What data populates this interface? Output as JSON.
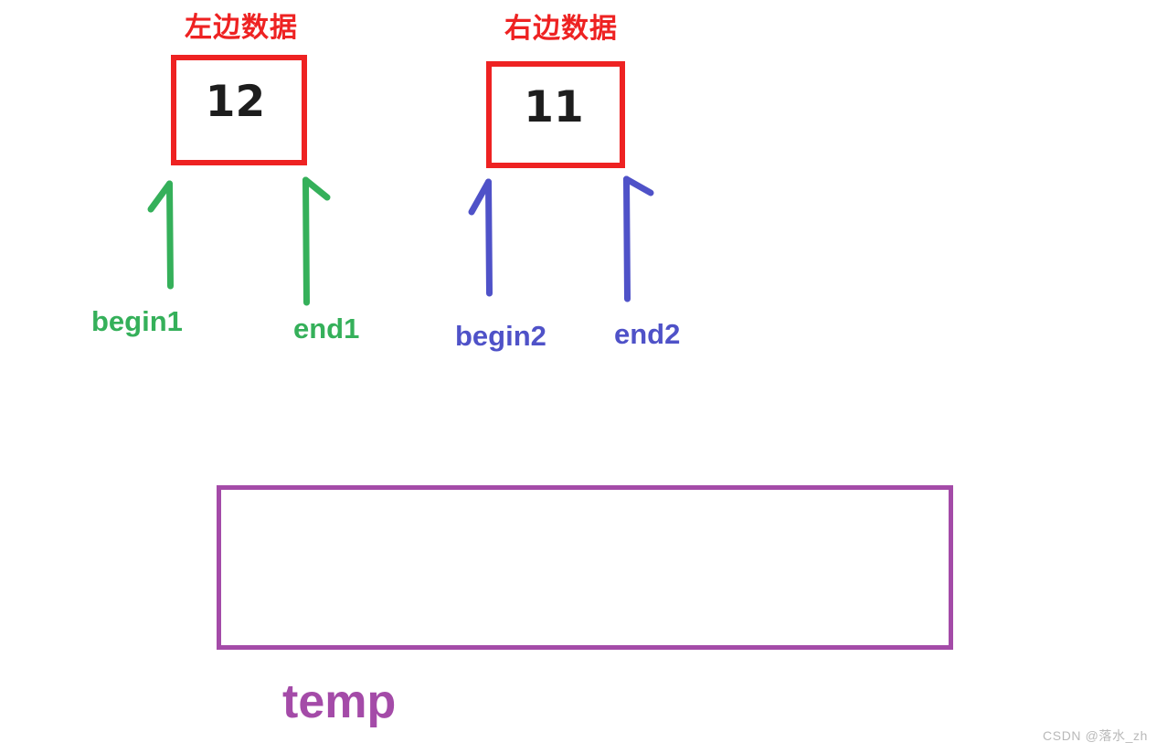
{
  "diagram": {
    "title": "merge-sort pointer diagram",
    "colors": {
      "red": "#ee2222",
      "green": "#35b05a",
      "blue": "#4f52c8",
      "purple": "#a44ba8",
      "value_text": "#1d1d1d",
      "watermark": "#b9b9b9",
      "background": "#ffffff"
    },
    "headings": {
      "left": "左边数据",
      "right": "右边数据"
    },
    "boxes": [
      {
        "id": "left",
        "value": "12",
        "border_color": "#ee2222"
      },
      {
        "id": "right",
        "value": "11",
        "border_color": "#ee2222"
      }
    ],
    "pointers": [
      {
        "id": "begin1",
        "label": "begin1",
        "color": "#35b05a",
        "group": "left",
        "head_side": "left"
      },
      {
        "id": "end1",
        "label": "end1",
        "color": "#35b05a",
        "group": "left",
        "head_side": "right"
      },
      {
        "id": "begin2",
        "label": "begin2",
        "color": "#4f52c8",
        "group": "right",
        "head_side": "left"
      },
      {
        "id": "end2",
        "label": "end2",
        "color": "#4f52c8",
        "group": "right",
        "head_side": "right"
      }
    ],
    "temp": {
      "label": "temp",
      "value": "",
      "border_color": "#a44ba8"
    },
    "watermark": "CSDN @落水_zh"
  }
}
